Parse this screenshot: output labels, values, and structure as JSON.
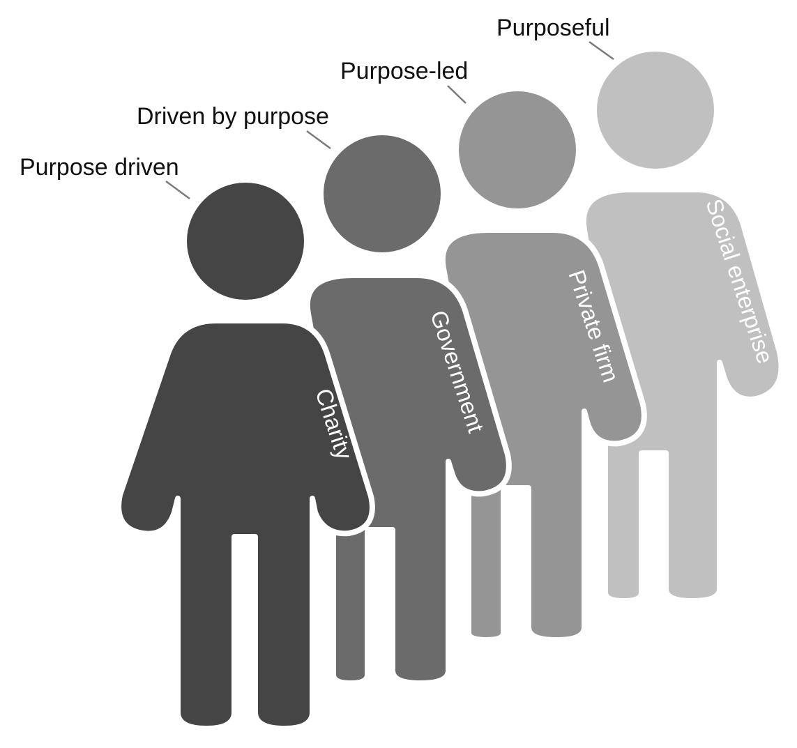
{
  "figures": [
    {
      "id": "social-enterprise",
      "caption": "Purposeful",
      "label": "Social enterprise",
      "color": "#c0c0c0"
    },
    {
      "id": "private-firm",
      "caption": "Purpose-led",
      "label": "Private firm",
      "color": "#959595"
    },
    {
      "id": "government",
      "caption": "Driven by purpose",
      "label": "Government",
      "color": "#6b6b6b"
    },
    {
      "id": "charity",
      "caption": "Purpose driven",
      "label": "Charity",
      "color": "#454545"
    }
  ]
}
